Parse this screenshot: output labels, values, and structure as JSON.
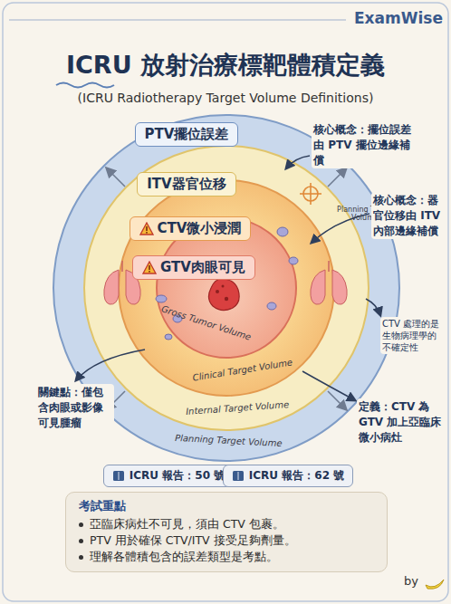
{
  "diagram": {
    "title": "ICRU 放射治療標靶體積定義",
    "nodes": [
      {
        "text": [
          "PTV擺位誤差",
          "Planning Target Volume"
        ]
      },
      {
        "text": [
          "ITV器官位移",
          "Internal Target Volume"
        ],
        "in": 0
      },
      {
        "text": [
          "CTV微小浸潤",
          "Clinical Target Volume"
        ],
        "in": 1
      },
      {
        "text": [
          "GTV肉眼可見",
          "Gross Tumor Volume"
        ],
        "in": 2
      },
      {
        "text": [
          "ICRU 報告：50 號"
        ]
      },
      {
        "text": [
          "ICRU 報告：62 號"
        ]
      },
      {
        "text": [
          "考試重點",
          "亞臨床病灶不可見，須由 CTV 包裹。",
          "PTV 用於確保 CTV/ITV 接受足夠劑量。",
          "理解各體積包含的誤差類型是考點。"
        ]
      }
    ],
    "labels": [
      "ExamWise",
      "(ICRU Radiotherapy Target Volume Definitions)",
      "核心概念：擺位誤差由 PTV 擺位邊緣補償",
      "Planning Target Volume",
      "核心概念：器官位移由 ITV 內部邊緣補償",
      "CTV 處理的是生物病理學的不確定性",
      "定義：CTV 為 GTV 加上亞臨床微小病灶",
      "關鍵點：僅包含肉眼或影像可見腫瘤",
      "by"
    ]
  }
}
